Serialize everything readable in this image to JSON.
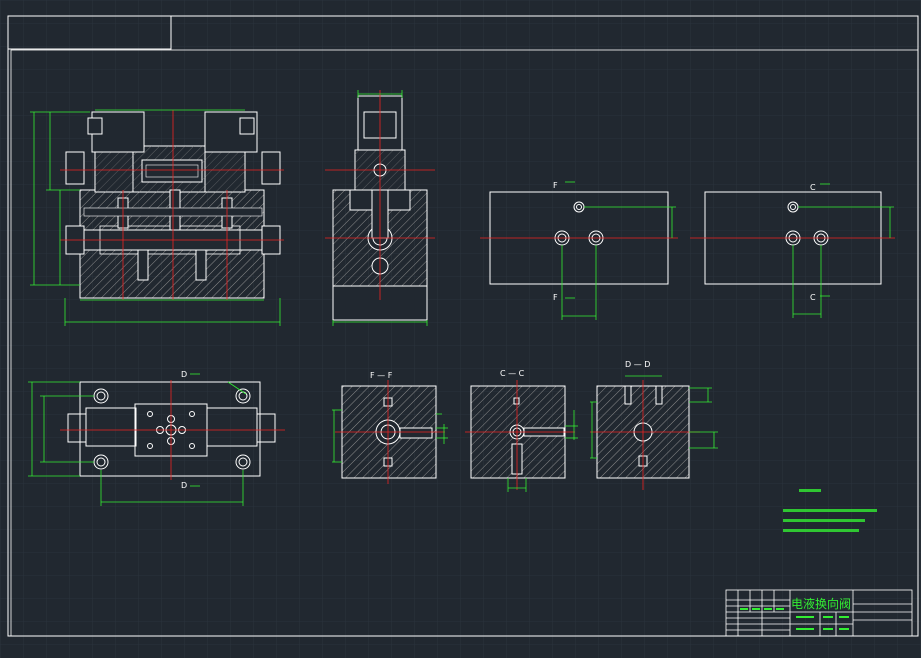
{
  "drawing": {
    "title": "电液换向阀",
    "section_labels": {
      "f_top": "F",
      "f_bottom": "F",
      "c_top": "C",
      "c_bottom": "C",
      "d_top": "D",
      "d_bottom": "D",
      "section_ff": "F — F",
      "section_cc": "C — C",
      "section_dd": "D — D"
    }
  },
  "colors": {
    "background": "#212830",
    "grid": "#2c3540",
    "outline": "#ffffff",
    "dimension": "#33ee33",
    "centerline": "#ee2222",
    "hatch": "#9a9a9a"
  }
}
